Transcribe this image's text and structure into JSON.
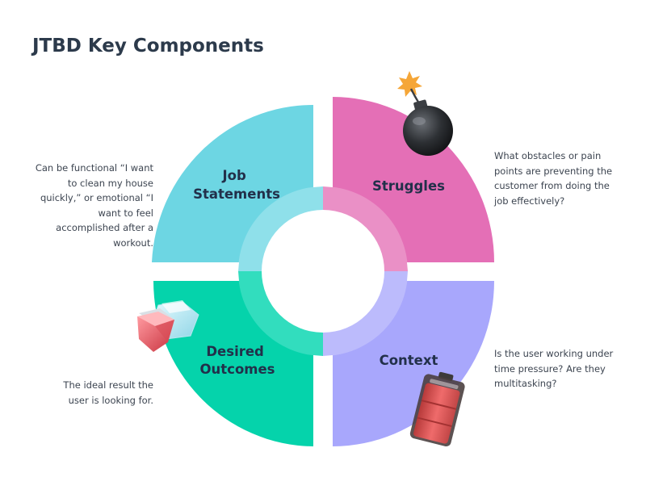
{
  "title": "JTBD Key Components",
  "quadrants": [
    {
      "id": "job-statements",
      "label_lines": [
        "Job",
        "Statements"
      ],
      "color": "#6dd6e3",
      "inner_color": "#8fe0ea",
      "icon": "none",
      "description": "Can be functional  “I want to clean my house quickly,” or emotional “I want to feel accomplished after a workout."
    },
    {
      "id": "struggles",
      "label_lines": [
        "Struggles"
      ],
      "color": "#e46fb6",
      "inner_color": "#ea90c6",
      "icon": "bomb-icon",
      "description": "What obstacles or pain points are preventing the customer from doing the job effectively?"
    },
    {
      "id": "desired-outcomes",
      "label_lines": [
        "Desired",
        "Outcomes"
      ],
      "color": "#05d3ab",
      "inner_color": "#32ddbe",
      "icon": "gems-icon",
      "description": "The ideal result the user is looking for."
    },
    {
      "id": "context",
      "label_lines": [
        "Context"
      ],
      "color": "#a8a7fc",
      "inner_color": "#bcbbfc",
      "icon": "battery-icon",
      "description": "Is the user working under time pressure? Are they multitasking?"
    }
  ]
}
